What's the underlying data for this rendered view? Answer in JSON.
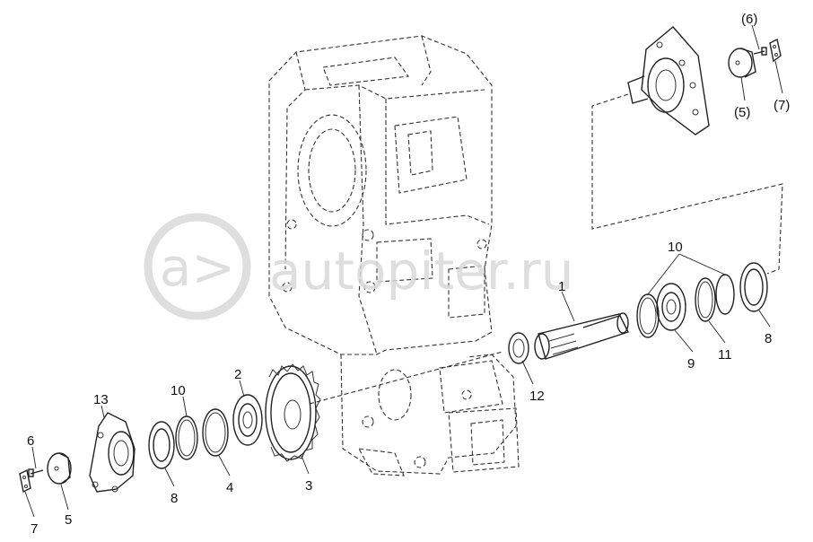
{
  "watermark": {
    "logo_glyph": "a>",
    "text": "autopiter.ru"
  },
  "callouts": {
    "c1": "1",
    "c2": "2",
    "c3": "3",
    "c4": "4",
    "c5_left": "5",
    "c5_right": "(5)",
    "c6_left": "6",
    "c6_right": "(6)",
    "c7_left": "7",
    "c7_right": "(7)",
    "c8_left": "8",
    "c8_right": "8",
    "c9": "9",
    "c10_left": "10",
    "c10_right": "10",
    "c11": "11",
    "c12": "12",
    "c13": "13"
  },
  "colors": {
    "ink": "#222222",
    "watermark": "#d9d9d9",
    "background": "#ffffff"
  }
}
